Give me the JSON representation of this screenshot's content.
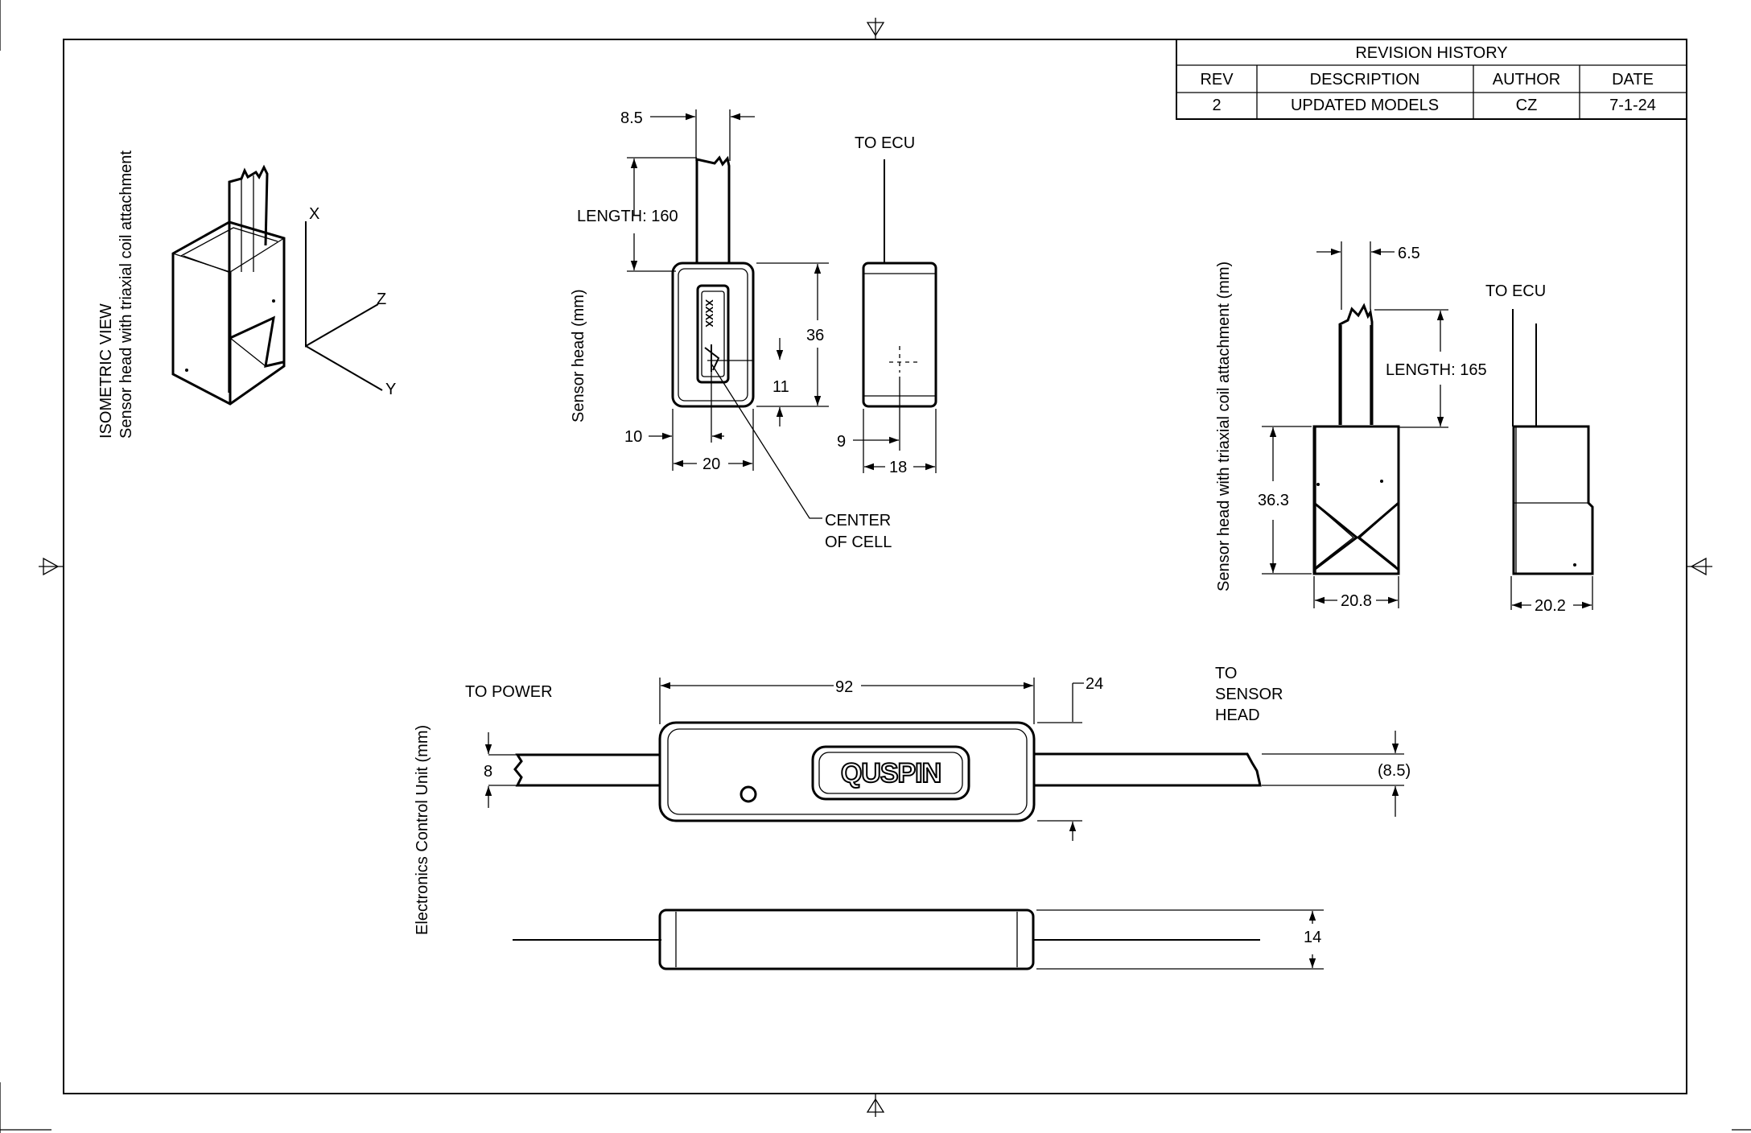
{
  "revision": {
    "title": "REVISION HISTORY",
    "headers": [
      "REV",
      "DESCRIPTION",
      "AUTHOR",
      "DATE"
    ],
    "rows": [
      [
        "2",
        "UPDATED MODELS",
        "CZ",
        "7-1-24"
      ]
    ]
  },
  "isometric": {
    "label_line1": "ISOMETRIC VIEW",
    "label_line2": "Sensor head with triaxial coil attachment",
    "axis_x": "X",
    "axis_y": "Y",
    "axis_z": "Z"
  },
  "sensor_head": {
    "side_label": "Sensor head (mm)",
    "cable_width": "8.5",
    "cable_length": "LENGTH: 160",
    "height": "36",
    "cell_height": "11",
    "cell_offset": "10",
    "width": "20",
    "to_ecu": "TO ECU",
    "depth_offset": "9",
    "depth": "18",
    "center_line1": "CENTER",
    "center_line2": "OF CELL",
    "chip_text": "XXXX"
  },
  "triaxial": {
    "side_label": "Sensor head with triaxial coil attachment (mm)",
    "cable_width": "6.5",
    "to_ecu": "TO ECU",
    "cable_length": "LENGTH: 165",
    "height": "36.3",
    "width": "20.8",
    "depth": "20.2"
  },
  "ecu": {
    "side_label": "Electronics Control Unit (mm)",
    "to_power": "TO POWER",
    "length": "92",
    "height": "24",
    "to_sensor_line1": "TO",
    "to_sensor_line2": "SENSOR",
    "to_sensor_line3": "HEAD",
    "cable_left": "8",
    "cable_right": "(8.5)",
    "logo": "QUSPIN",
    "thickness": "14"
  }
}
